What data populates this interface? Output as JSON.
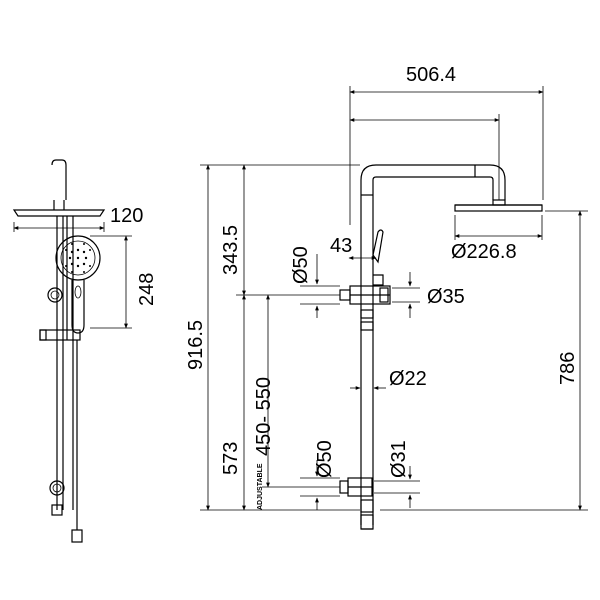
{
  "dimensions": {
    "arm_length": "506.4",
    "head_width_side": "120",
    "handpiece_length": "248",
    "rail_top_height": "343.5",
    "total_height": "916.5",
    "head_drop": "43",
    "head_diameter": "Ø226.8",
    "wall_bracket_diameter_upper": "Ø50",
    "diverter_diameter": "Ø35",
    "adjustable_range": "450- 550",
    "adjustable_label": "ADJUSTABLE",
    "rail_diameter": "Ø22",
    "bottom_height": "573",
    "wall_bracket_diameter_lower": "Ø50",
    "inlet_diameter": "Ø31",
    "outlet_height": "786"
  }
}
